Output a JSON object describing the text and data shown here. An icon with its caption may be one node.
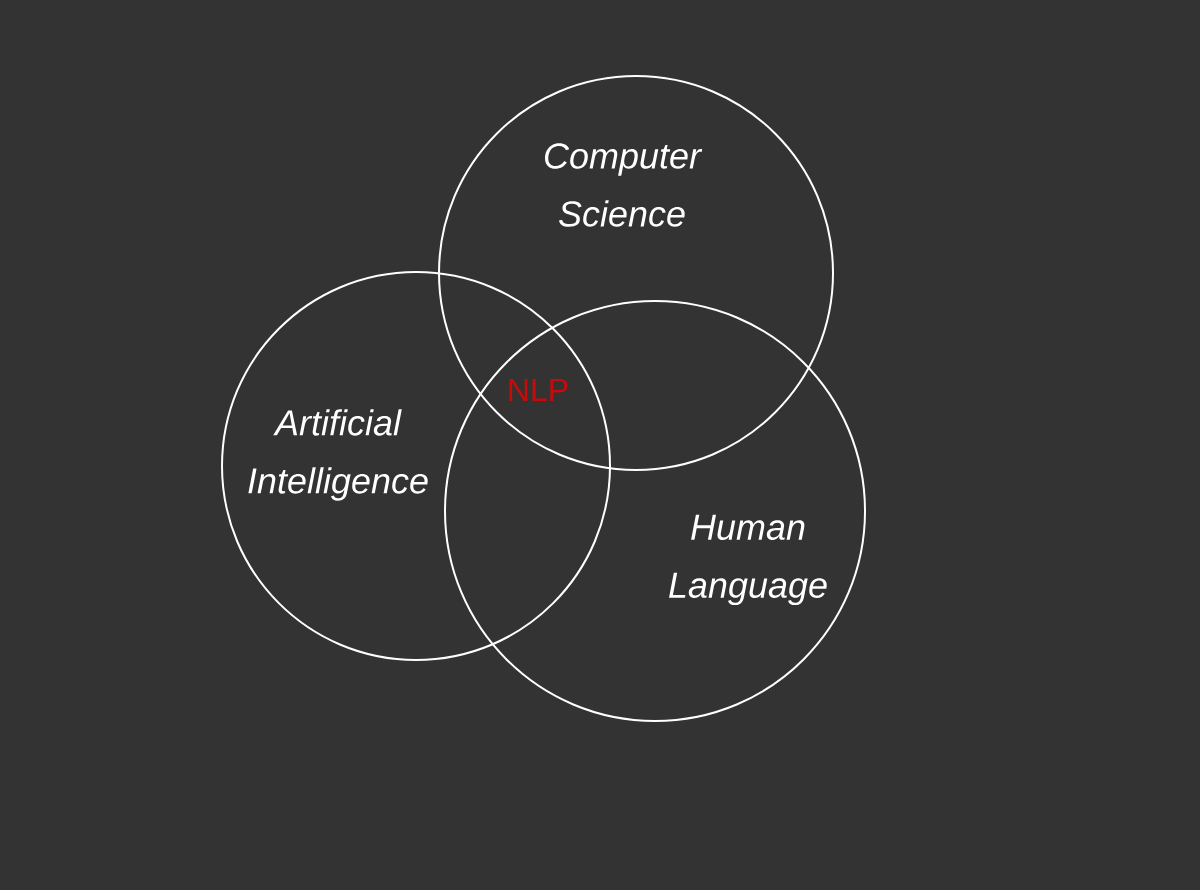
{
  "diagram": {
    "nodes": [
      {
        "text": [
          "Computer Science"
        ]
      },
      {
        "text": [
          "Artificial Intelligence"
        ]
      },
      {
        "text": [
          "Human Language"
        ]
      }
    ],
    "labels": [
      "NLP"
    ]
  }
}
